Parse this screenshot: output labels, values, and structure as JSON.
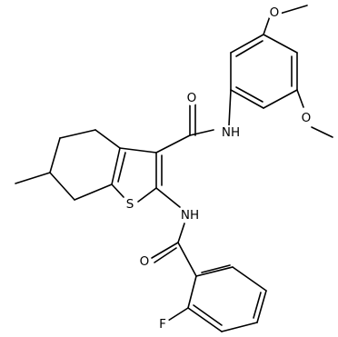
{
  "molecule": {
    "atom_labels": {
      "o_methoxy_top": "O",
      "o_methoxy_right": "O",
      "o_amide_upper": "O",
      "nh_amide_upper": "NH",
      "s_thiophene": "S",
      "nh_amide_lower": "NH",
      "o_amide_lower": "O",
      "f_fluoro": "F"
    }
  }
}
